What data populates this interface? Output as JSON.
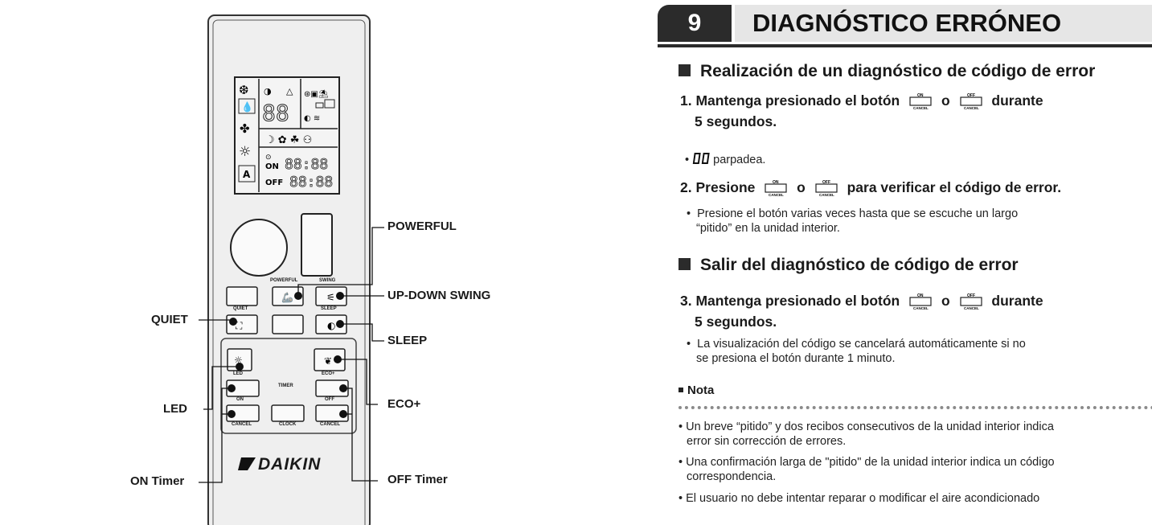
{
  "remote": {
    "brand": "DAIKIN",
    "labels": {
      "powerful": "POWERFUL",
      "swing": "SWING",
      "quiet": "QUIET",
      "sleep": "SLEEP",
      "led": "LED",
      "timer": "TIMER",
      "eco": "ECO+",
      "on": "ON",
      "off": "OFF",
      "cancel": "CANCEL",
      "clock": "CLOCK"
    }
  },
  "callouts": {
    "powerful": "POWERFUL",
    "up_down_swing": "UP-DOWN SWING",
    "quiet": "QUIET",
    "sleep": "SLEEP",
    "led": "LED",
    "eco": "ECO+",
    "on_timer": "ON Timer",
    "off_timer": "OFF Timer"
  },
  "section": {
    "number": "9",
    "title": "DIAGNÓSTICO ERRÓNEO"
  },
  "sub1": {
    "title": "Realización de un diagnóstico de código de error",
    "step1_a": "1. Mantenga presionado el botón",
    "step1_or": "o",
    "step1_b": "durante",
    "step1_c": "5 segundos.",
    "blink": "parpadea.",
    "step2_a": "2. Presione",
    "step2_or": "o",
    "step2_b": "para verificar el código de error.",
    "note2_a": "Presione el botón varias veces hasta que se escuche un largo",
    "note2_b": "“pitido” en la unidad interior."
  },
  "sub2": {
    "title": "Salir del diagnóstico de código de error",
    "step3_a": "3. Mantenga presionado el botón",
    "step3_or": "o",
    "step3_b": "durante",
    "step3_c": "5 segundos.",
    "note3_a": "La visualización del código se cancelará automáticamente si no",
    "note3_b": "se presiona el botón durante 1 minuto."
  },
  "nota": {
    "title": "Nota",
    "b1_a": "Un breve “pitido” y dos recibos consecutivos de la unidad interior indica",
    "b1_b": "error sin corrección de errores.",
    "b2_a": "Una confirmación larga de \"pitido\" de la unidad interior indica un código",
    "b2_b": "correspondencia.",
    "b3_a": "El usuario no debe intentar reparar o modificar el aire acondicionado"
  },
  "button_icon": {
    "on": "ON",
    "off": "OFF",
    "cancel": "CANCEL"
  }
}
